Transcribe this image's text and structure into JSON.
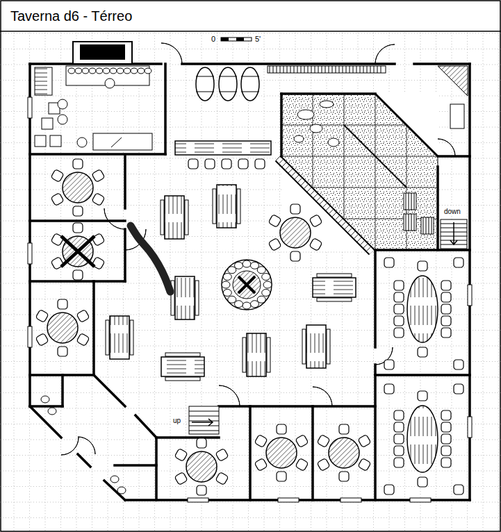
{
  "diagram": {
    "title": "Taverna d6 - Térreo",
    "labels": [
      "0",
      "5'",
      "up",
      "down"
    ]
  }
}
